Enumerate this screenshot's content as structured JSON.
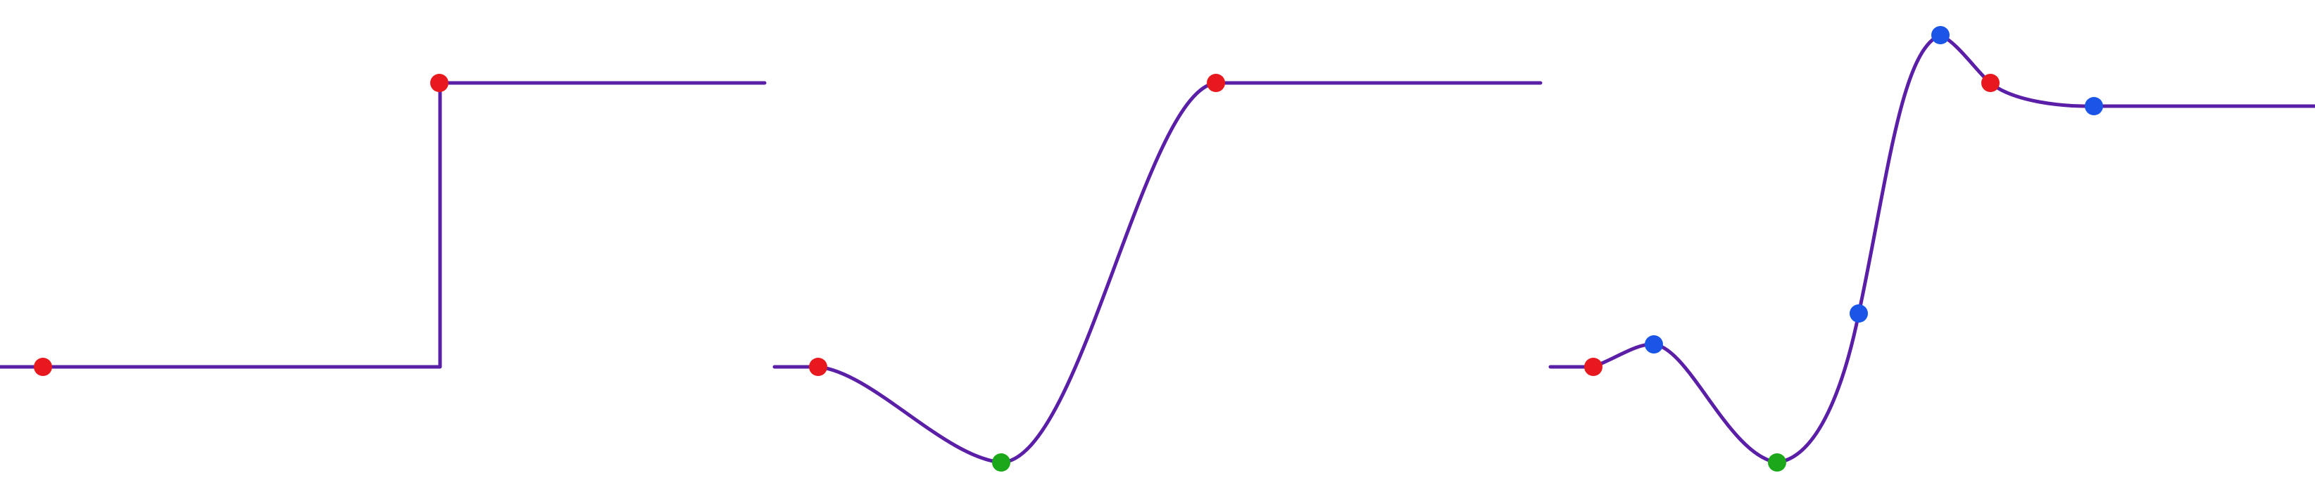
{
  "colors": {
    "background": "#ffffff",
    "curve": "#5a1fa6",
    "endpoint_marker": "#e8191e",
    "minimum_marker": "#1aa81a",
    "control_marker": "#1a55e8"
  },
  "panels": [
    {
      "id": "step-transition",
      "curve_kind": "step",
      "markers": [
        "endpoint",
        "endpoint"
      ]
    },
    {
      "id": "smooth-transition",
      "curve_kind": "smooth",
      "markers": [
        "endpoint",
        "minimum",
        "endpoint"
      ]
    },
    {
      "id": "oscillating-transition",
      "curve_kind": "oscillating",
      "markers": [
        "endpoint",
        "control",
        "minimum",
        "control",
        "control",
        "endpoint",
        "control"
      ]
    }
  ]
}
